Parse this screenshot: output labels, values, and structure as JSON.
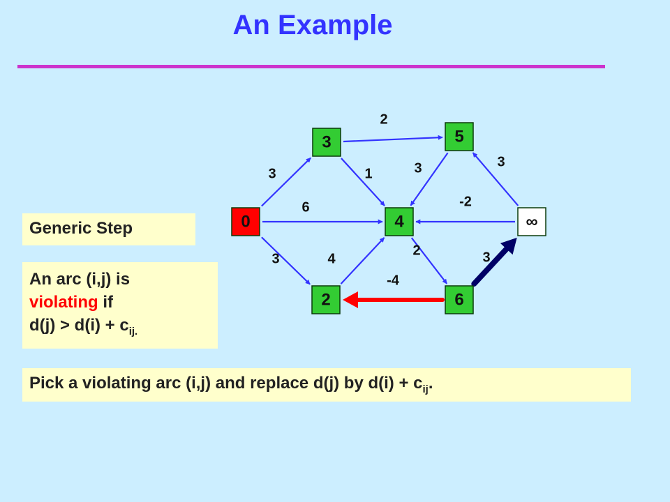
{
  "slide": {
    "title": "An Example",
    "generic_label": "Generic Step",
    "rule": {
      "line1": "An arc (i,j) is",
      "violating_word": "violating",
      "line2_rest": " if",
      "line3": "d(j) > d(i) + c",
      "line3_sub": "ij."
    },
    "instruction": {
      "text": "Pick a violating arc (i,j) and replace d(j) by d(i) + c",
      "sub": "ij",
      "end": "."
    }
  },
  "graph": {
    "colors": {
      "node_green": "#33cc33",
      "node_source": "#ff0000",
      "node_inf": "#ffffff",
      "edge": "#3333ff",
      "violating_edge": "#000066",
      "updated_edge": "#ff0000"
    },
    "nodes": [
      {
        "id": "s",
        "label": "0",
        "kind": "source"
      },
      {
        "id": "a",
        "label": "3",
        "kind": "normal"
      },
      {
        "id": "b",
        "label": "2",
        "kind": "normal"
      },
      {
        "id": "c",
        "label": "4",
        "kind": "normal"
      },
      {
        "id": "d",
        "label": "5",
        "kind": "normal"
      },
      {
        "id": "e",
        "label": "6",
        "kind": "normal"
      },
      {
        "id": "t",
        "label": "∞",
        "kind": "infinity"
      }
    ],
    "edges": [
      {
        "from": "s",
        "to": "a",
        "cost": "3",
        "style": "normal"
      },
      {
        "from": "s",
        "to": "c",
        "cost": "6",
        "style": "normal"
      },
      {
        "from": "s",
        "to": "b",
        "cost": "3",
        "style": "normal"
      },
      {
        "from": "a",
        "to": "d",
        "cost": "2",
        "style": "normal"
      },
      {
        "from": "a",
        "to": "c",
        "cost": "1",
        "style": "normal"
      },
      {
        "from": "d",
        "to": "c",
        "cost": "3",
        "style": "normal"
      },
      {
        "from": "b",
        "to": "c",
        "cost": "4",
        "style": "normal"
      },
      {
        "from": "c",
        "to": "e",
        "cost": "2",
        "style": "normal"
      },
      {
        "from": "t",
        "to": "c",
        "cost": "-2",
        "style": "normal"
      },
      {
        "from": "t",
        "to": "d",
        "cost": "3",
        "style": "normal"
      },
      {
        "from": "e",
        "to": "t",
        "cost": "3",
        "style": "violating"
      },
      {
        "from": "e",
        "to": "b",
        "cost": "-4",
        "style": "updated"
      }
    ]
  }
}
